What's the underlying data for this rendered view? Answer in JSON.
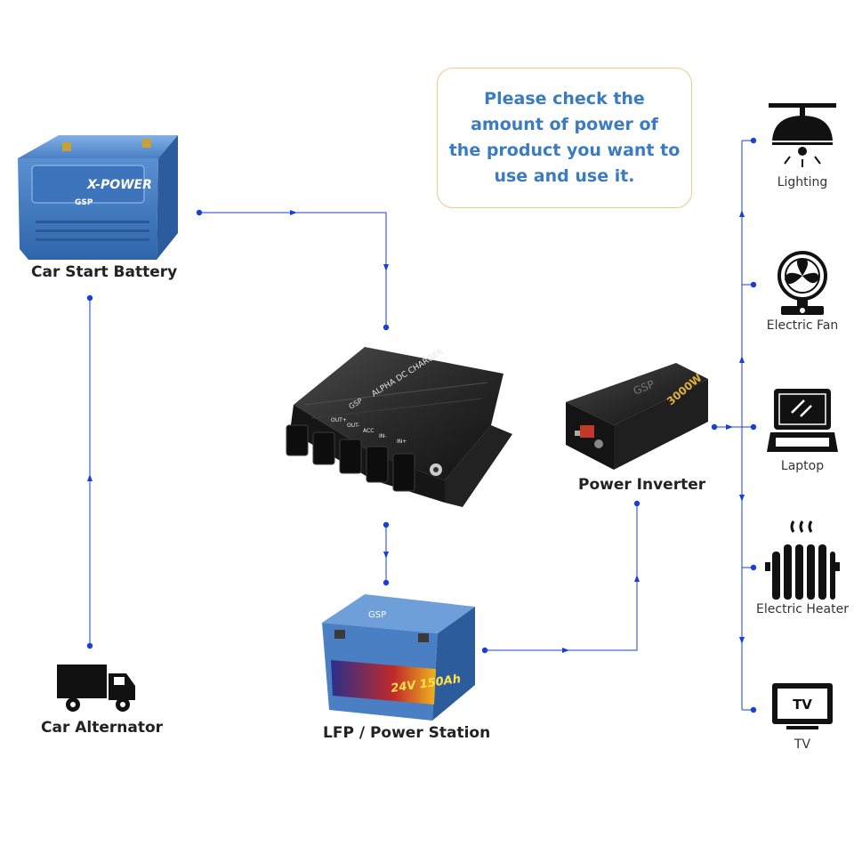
{
  "notice": {
    "text": "Please check the\namount of power of\nthe product you want to\nuse and use it."
  },
  "devices": {
    "car_start_battery": {
      "label": "Car Start Battery",
      "brand_text": "X-POWER",
      "logo_text": "GSP"
    },
    "car_alternator": {
      "label": "Car Alternator"
    },
    "dc_charger": {
      "product_text": "ALPHA DC CHARGER",
      "logo_text": "GSP",
      "ports": [
        "OUT+",
        "OUT-",
        "ACC",
        "IN-",
        "IN+"
      ]
    },
    "power_inverter": {
      "label": "Power Inverter",
      "rating_text": "3000W",
      "logo_text": "GSP"
    },
    "lfp_power_station": {
      "label": "LFP / Power Station",
      "spec_text": "24V 150Ah",
      "logo_text": "GSP"
    }
  },
  "loads": [
    {
      "label": "Lighting",
      "icon": "ceiling-lamp-icon"
    },
    {
      "label": "Electric Fan",
      "icon": "fan-icon"
    },
    {
      "label": "Laptop",
      "icon": "laptop-icon"
    },
    {
      "label": "Electric Heater",
      "icon": "heater-icon"
    },
    {
      "label": "TV",
      "icon": "tv-icon",
      "screen_text": "TV"
    }
  ],
  "colors": {
    "connector": "#1a3fd8",
    "notice_text": "#3b7bbf",
    "notice_border": "#f1c98a",
    "battery_blue": "#4a7fc4",
    "device_black": "#1c1c1c"
  }
}
